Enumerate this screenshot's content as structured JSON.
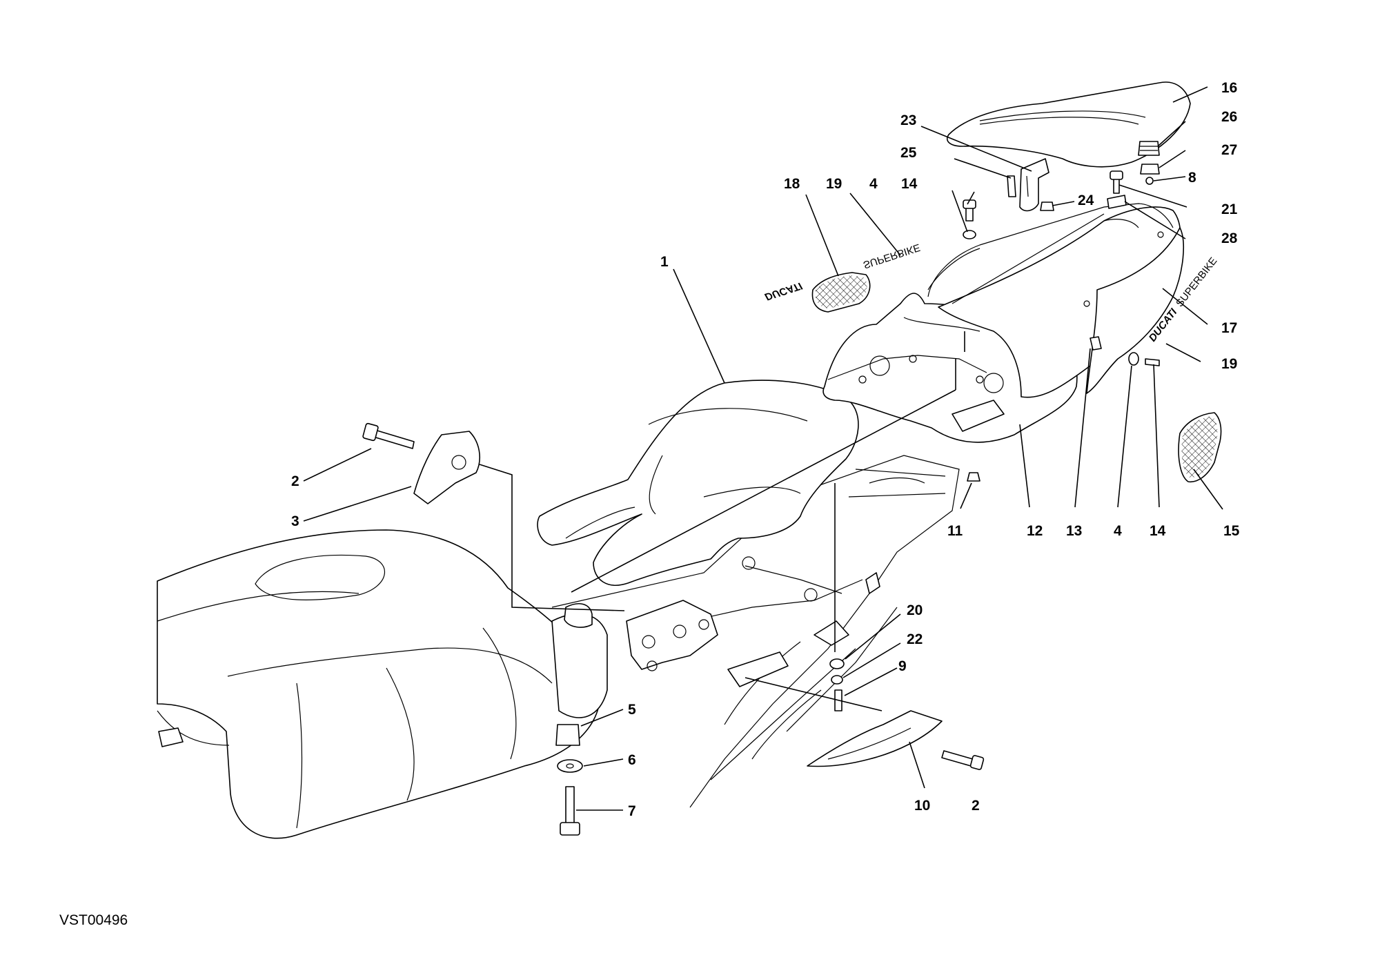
{
  "reference_code": "VST00496",
  "decal": {
    "brand": "DUCATI",
    "model": "SUPERBIKE"
  },
  "callouts": [
    "1",
    "2",
    "3",
    "4",
    "5",
    "6",
    "7",
    "8",
    "9",
    "10",
    "11",
    "12",
    "13",
    "14",
    "15",
    "16",
    "17",
    "18",
    "19",
    "20",
    "21",
    "22",
    "23",
    "24",
    "25",
    "26",
    "27",
    "28"
  ]
}
